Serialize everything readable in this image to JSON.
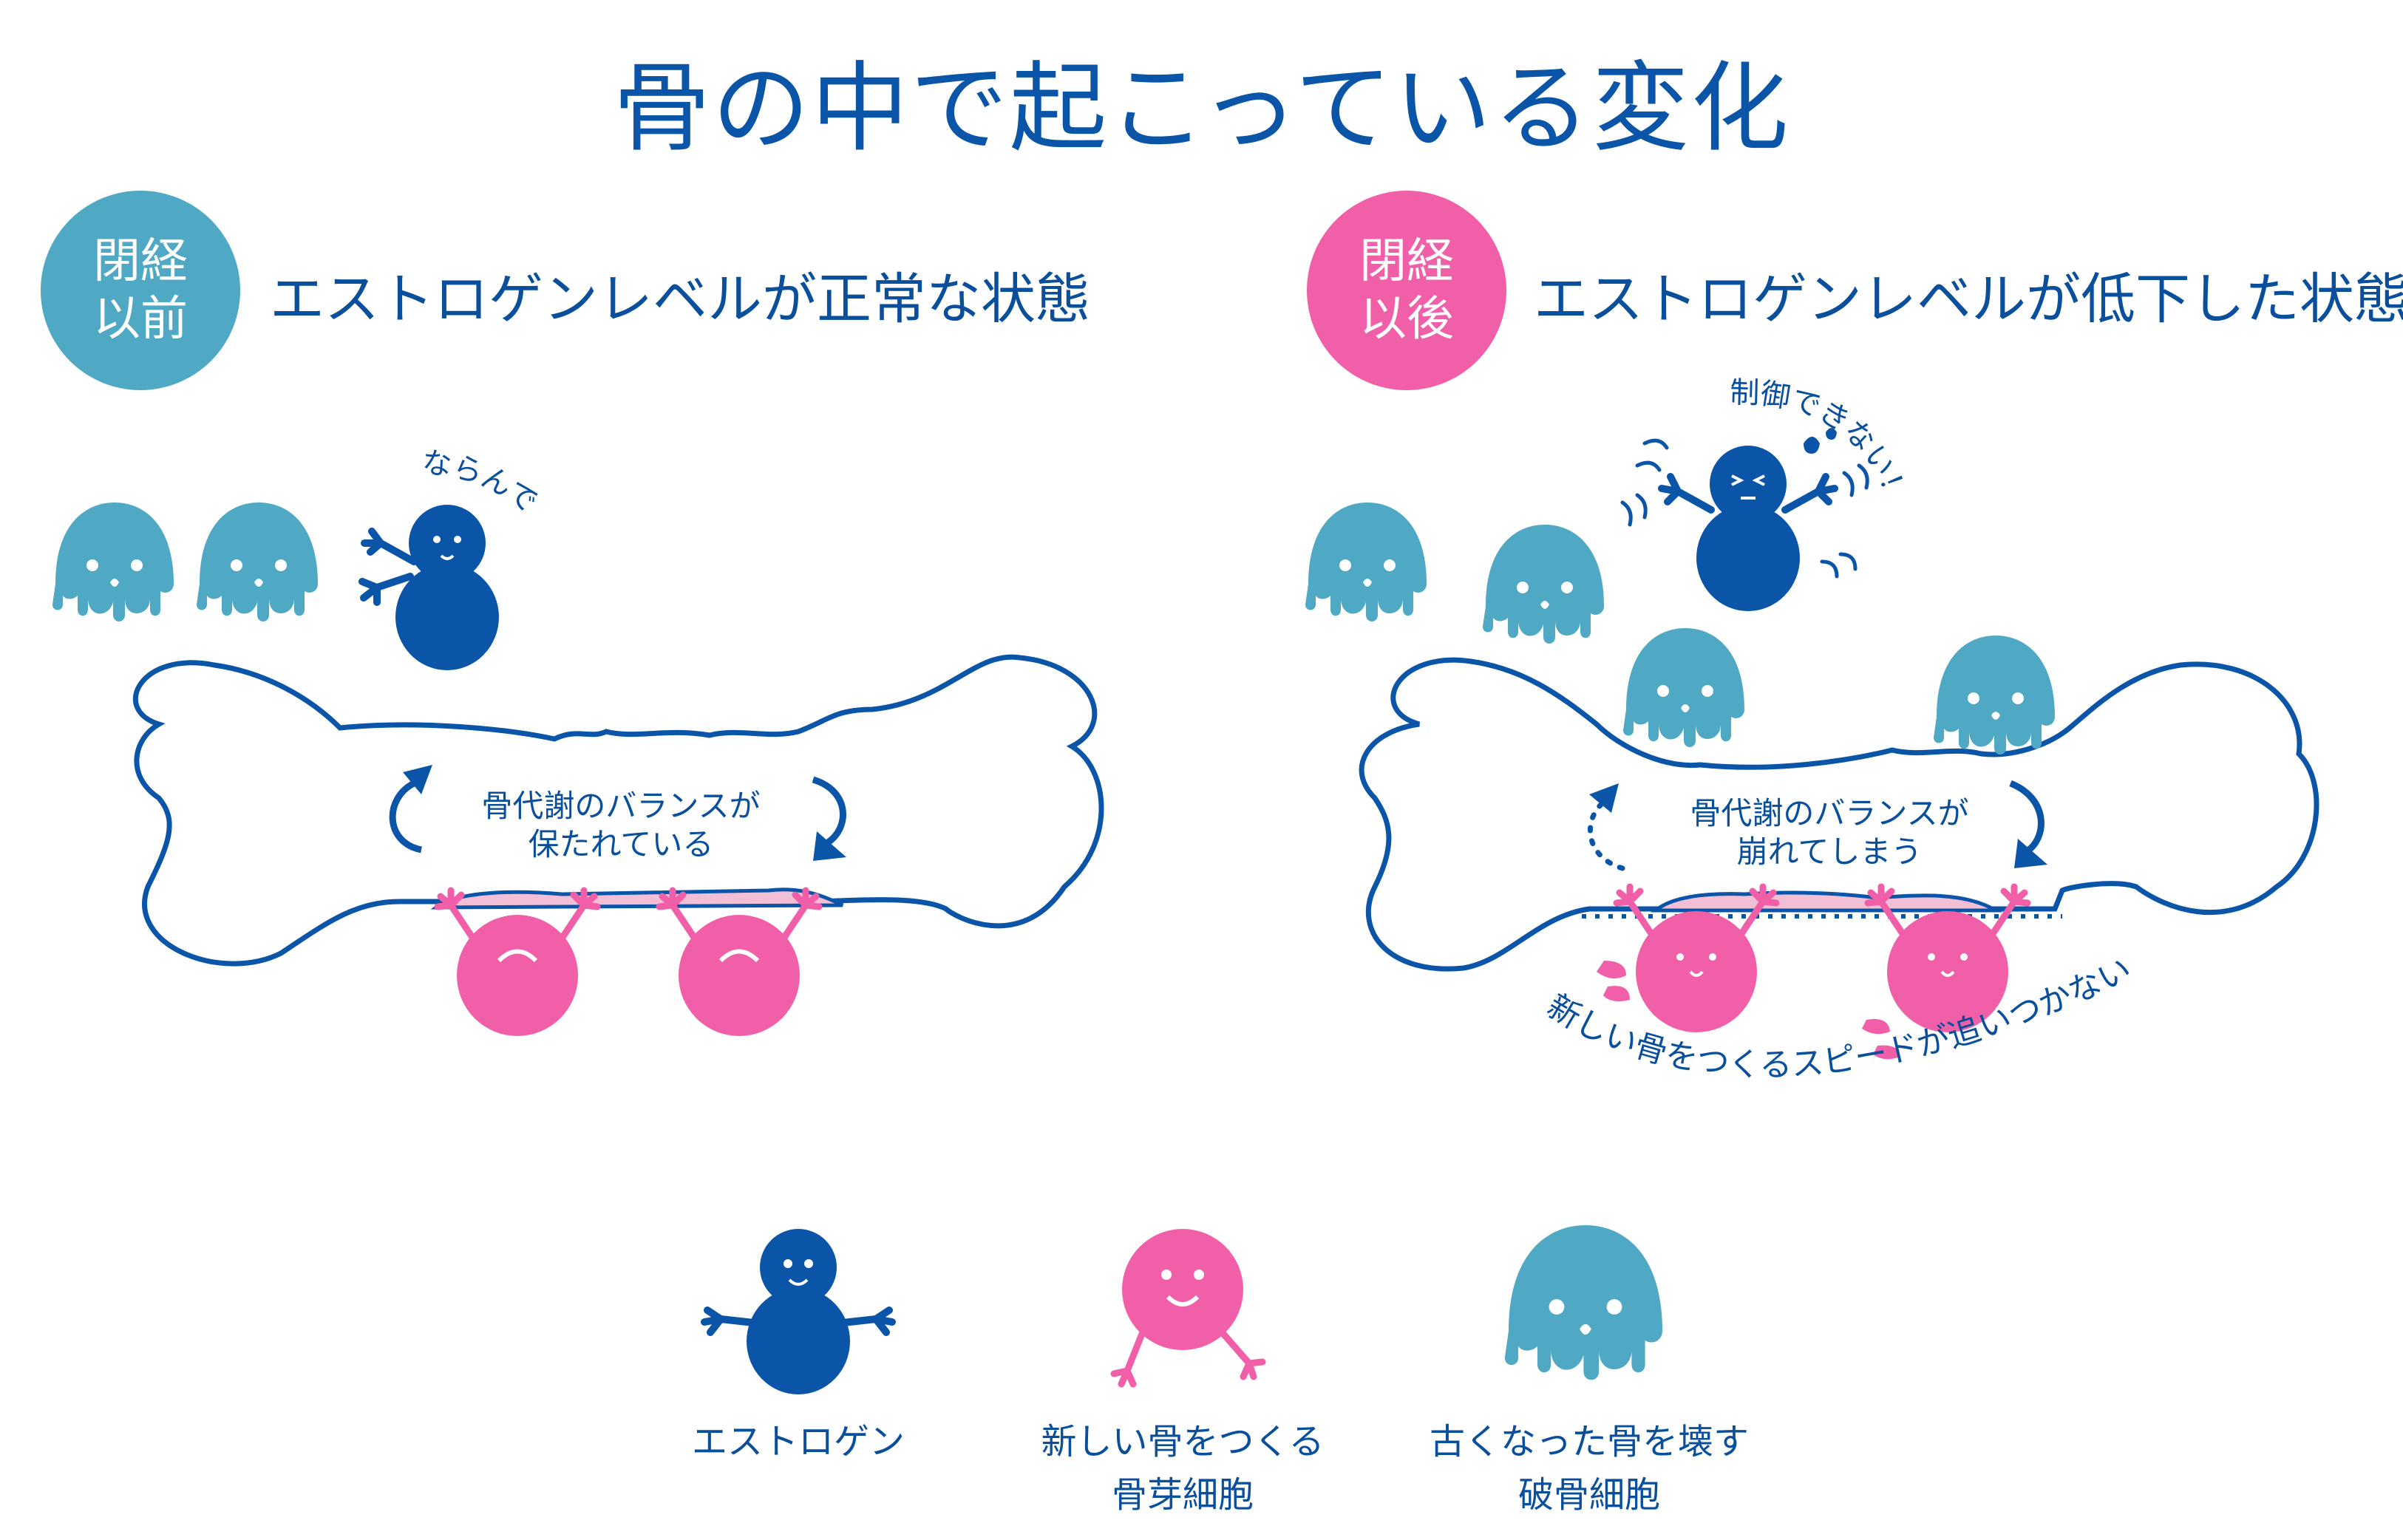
{
  "title": "骨の中で起こっている変化",
  "left_panel": {
    "badge_line1": "閉経",
    "badge_line2": "以前",
    "badge_color": "#50a9c4",
    "heading": "エストロゲンレベルが正常な状態",
    "speech": "ならんで！",
    "balance_line1": "骨代謝のバランスが",
    "balance_line2": "保たれている"
  },
  "right_panel": {
    "badge_line1": "閉経",
    "badge_line2": "以後",
    "badge_color": "#f05fa8",
    "heading": "エストロゲンレベルが低下した状態",
    "speech": "制御できない！",
    "balance_line1": "骨代謝のバランスが",
    "balance_line2": "崩れてしまう",
    "curve_text": "新しい骨をつくるスピードが追いつかない！"
  },
  "legend": [
    {
      "icon": "estrogen-icon",
      "line1": "エストロゲン",
      "line2": ""
    },
    {
      "icon": "osteoblast-icon",
      "line1": "新しい骨をつくる",
      "line2": "骨芽細胞"
    },
    {
      "icon": "osteoclast-icon",
      "line1": "古くなった骨を壊す",
      "line2": "破骨細胞"
    }
  ],
  "colors": {
    "dark_blue": "#0a55a8",
    "teal": "#50a9c4",
    "pink": "#f05fa8",
    "light_pink": "#f2bfd6"
  }
}
